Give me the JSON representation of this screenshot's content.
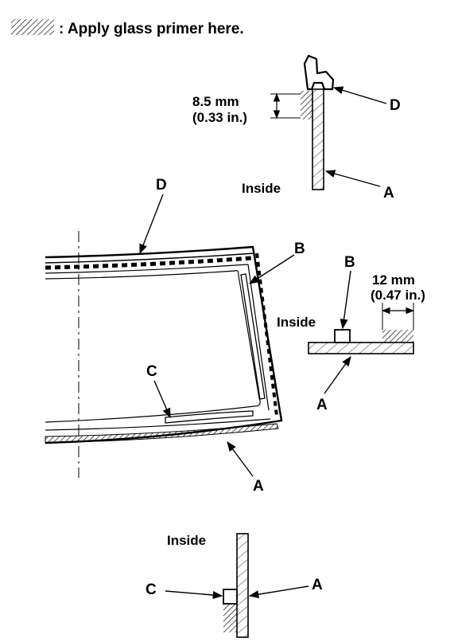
{
  "legend": {
    "text": ": Apply glass primer here."
  },
  "top_detail": {
    "dimension_mm": "8.5 mm",
    "dimension_in": "(0.33 in.)",
    "inside_label": "Inside",
    "callout_d": "D",
    "callout_a": "A"
  },
  "main_view": {
    "callout_d": "D",
    "callout_b": "B",
    "callout_c": "C",
    "callout_a": "A"
  },
  "right_detail": {
    "callout_b": "B",
    "dimension_mm": "12 mm",
    "dimension_in": "(0.47 in.)",
    "inside_label": "Inside",
    "callout_a": "A"
  },
  "bottom_detail": {
    "inside_label": "Inside",
    "callout_c": "C",
    "callout_a": "A"
  }
}
